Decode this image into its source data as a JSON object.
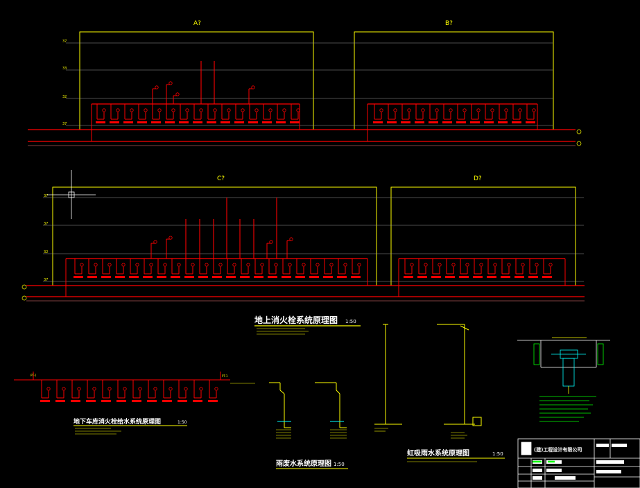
{
  "colors": {
    "background": "#000000",
    "panel": "#ffff00",
    "pipe": "#ff0000",
    "text": "#ffff00",
    "ref": "#ffffff",
    "note": "#00ff00",
    "detail": "#00ffff"
  },
  "panels": [
    {
      "label": "A?"
    },
    {
      "label": "B?"
    },
    {
      "label": "C?"
    },
    {
      "label": "D?"
    }
  ],
  "levels": {
    "top": [
      "37",
      "33",
      "32",
      "37"
    ],
    "bottom": [
      "37",
      "37",
      "32",
      "37"
    ]
  },
  "captions": {
    "main": "地上消火栓系统原理图",
    "main_scale": "1:50",
    "basement": "地下车库消火栓给水系统原理图",
    "basement_scale": "1:50",
    "rain_waste": "雨废水系统原理图",
    "rain_waste_scale": "1:50",
    "siphon": "虹吸雨水系统原理图",
    "siphon_scale": "1:50"
  },
  "title_block": {
    "company": "(建)工程设计有限公司"
  }
}
